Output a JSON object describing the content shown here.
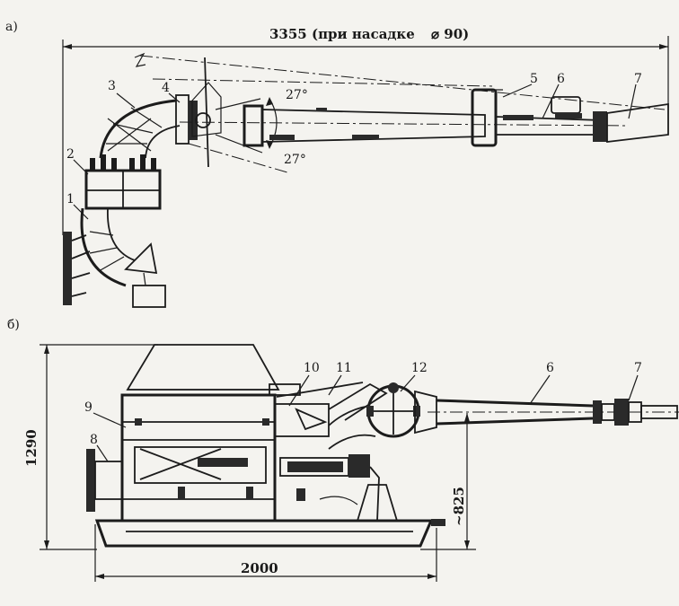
{
  "view_a": {
    "label": "а)",
    "dim_length": "3355 (при насадке",
    "dim_diameter": "⌀ 90)",
    "angle_up": "27°",
    "angle_down": "27°",
    "callouts": [
      "1",
      "2",
      "3",
      "4",
      "5",
      "6",
      "7"
    ]
  },
  "view_b": {
    "label": "б)",
    "dim_height": "1290",
    "dim_axis_height": "~825",
    "dim_width": "2000",
    "callouts": [
      "8",
      "9",
      "10",
      "11",
      "12",
      "6",
      "7"
    ]
  }
}
